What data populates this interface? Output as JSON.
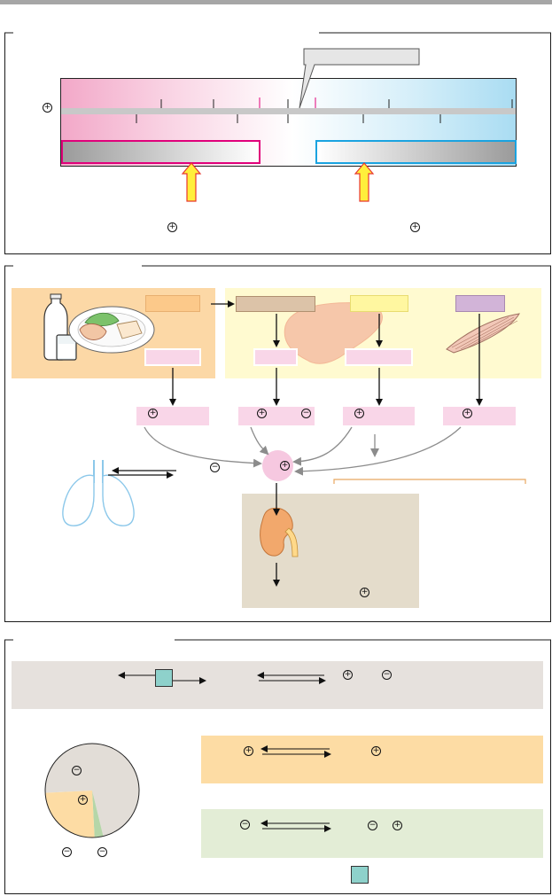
{
  "symbols": {
    "plus": "+",
    "minus": "−"
  },
  "colors": {
    "page_top_rule": "#a6a6a6",
    "acid_pink": "#f2a8c8",
    "base_blue": "#a9dcf2",
    "pink_border": "#e0007a",
    "blue_border": "#1aa3e0",
    "arrow_yellow": "#ffef3b",
    "arrow_red": "#e8372d",
    "food_bg": "#fcd8a6",
    "organ_bg": "#fffad0",
    "pink_label": "#f9d6e8",
    "tan_label": "#dcc3a8",
    "yellow_label": "#fff7a0",
    "lilac_label": "#d2b4d8",
    "lung_blue": "#8cc8ea",
    "kidney_bg": "#e4dccb",
    "gray_band": "#e6e1dd",
    "orange_band": "#fddca4",
    "green_band": "#e3edd6",
    "teal_box": "#8ed1cb"
  },
  "pie": {
    "slices": [
      {
        "name": "gray",
        "fraction": 0.72,
        "color": "#e2ddd7"
      },
      {
        "name": "orange",
        "fraction": 0.25,
        "color": "#fddca4"
      },
      {
        "name": "green",
        "fraction": 0.03,
        "color": "#b5d6a8"
      }
    ]
  }
}
